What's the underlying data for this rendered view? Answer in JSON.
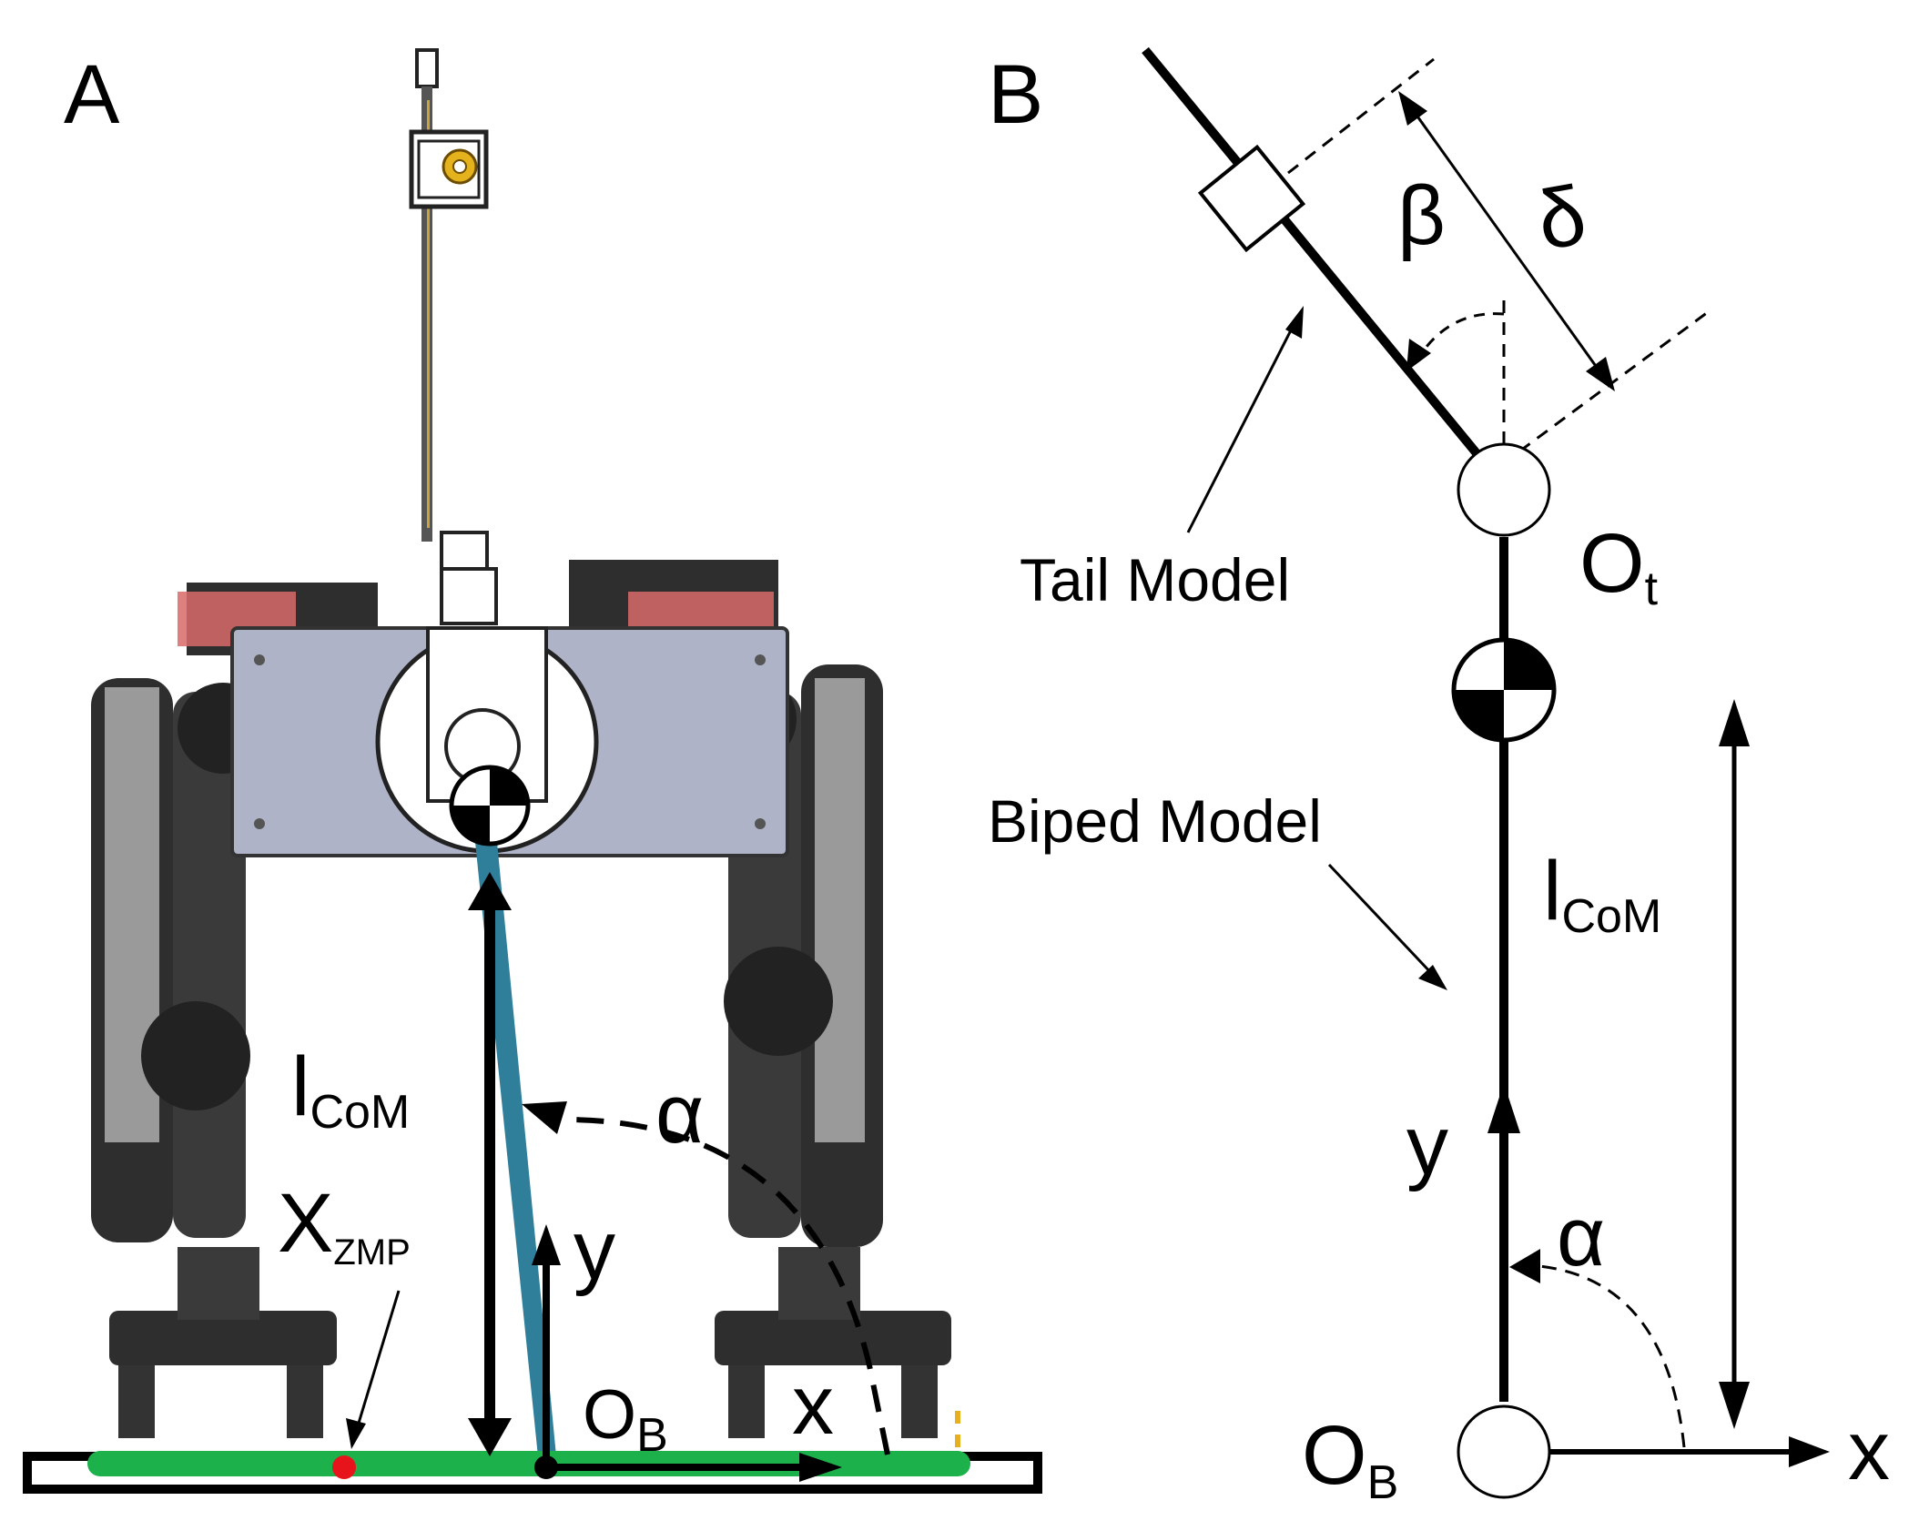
{
  "panel_a": {
    "label": "A",
    "l_com": {
      "main": "l",
      "sub": "CoM"
    },
    "x_zmp": {
      "main": "X",
      "sub": "ZMP"
    },
    "alpha": "α",
    "y_axis": "y",
    "x_axis": "x",
    "origin": {
      "main": "O",
      "sub": "B"
    }
  },
  "panel_b": {
    "label": "B",
    "beta": "β",
    "delta": "δ",
    "tail_model": "Tail Model",
    "biped_model": "Biped Model",
    "tail_origin": {
      "main": "O",
      "sub": "t"
    },
    "l_com": {
      "main": "l",
      "sub": "CoM"
    },
    "y_axis": "y",
    "alpha": "α",
    "x_axis": "x",
    "origin": {
      "main": "O",
      "sub": "B"
    }
  },
  "colors": {
    "ground": "#1db14b",
    "zmp": "#e8141b",
    "pendulum": "#2f7f9a",
    "frame": "#2a2a2a",
    "body_plate": "#aeb3c8",
    "motor_red": "#d86a6a",
    "gear": "#e3b21d"
  }
}
